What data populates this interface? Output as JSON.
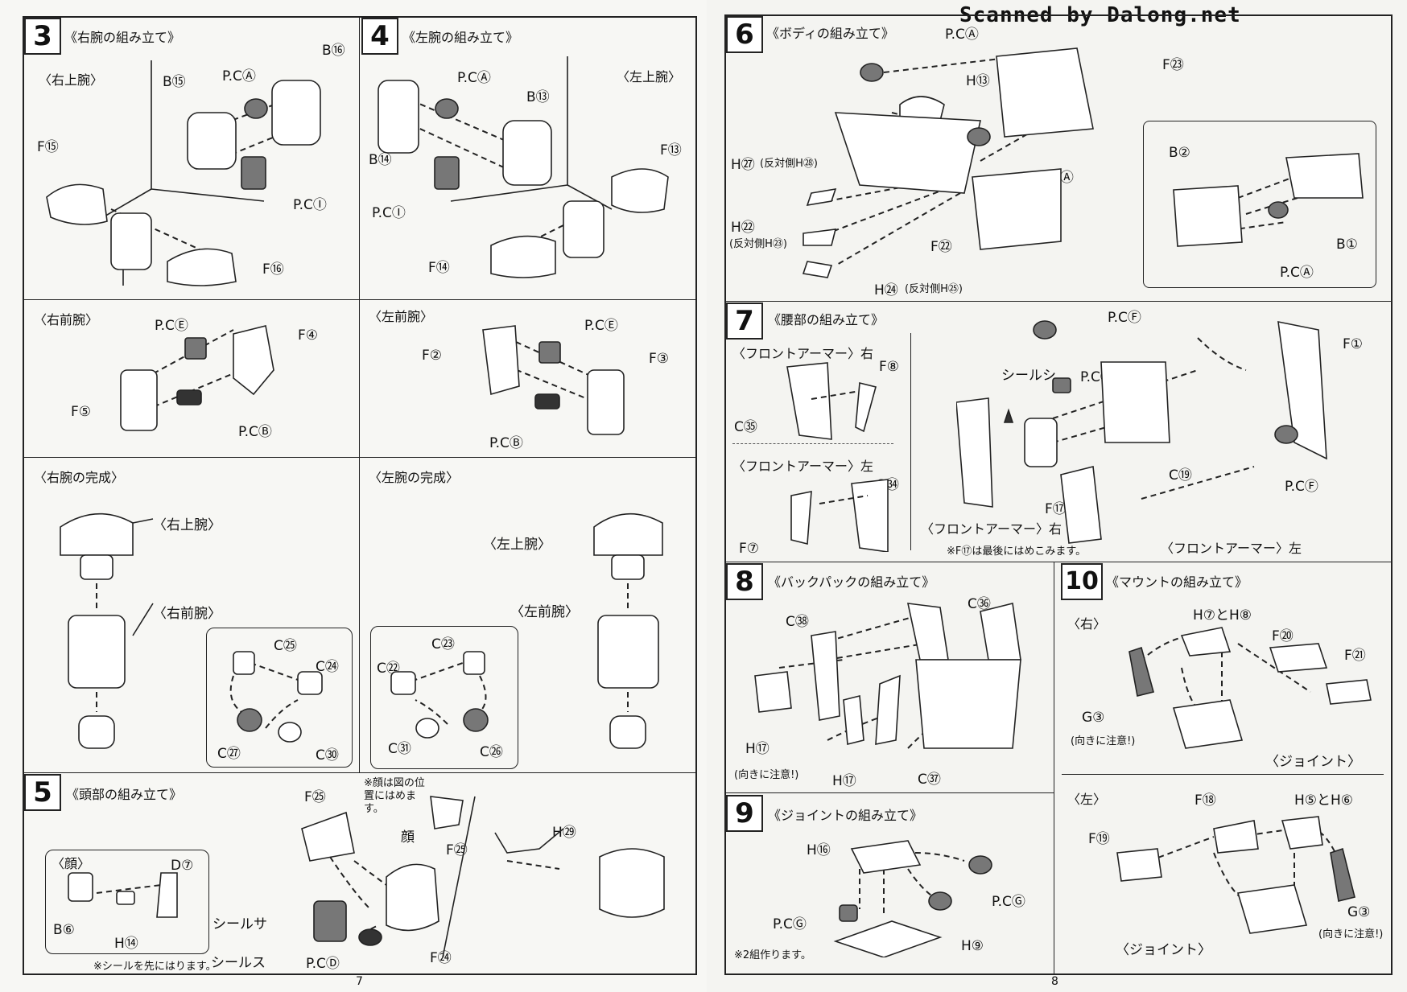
{
  "watermark": "Scanned by Dalong.net",
  "left_page": {
    "page_number": "7",
    "step3": {
      "number": "3",
      "title": "《右腕の組み立て》",
      "upper_arm_title": "〈右上腕〉",
      "forearm_title": "〈右前腕〉",
      "complete_title": "〈右腕の完成〉",
      "upper_arm_labels": [
        "B⑮",
        "P.CⒶ",
        "B⑯",
        "F⑮",
        "P.CⒾ",
        "F⑯"
      ],
      "forearm_labels": [
        "P.CⒺ",
        "F④",
        "F⑤",
        "P.CⒷ"
      ],
      "complete_labels": [
        "〈右上腕〉",
        "〈右前腕〉"
      ],
      "hand_labels": [
        "C㉕",
        "C㉔",
        "C㉗",
        "C㉚"
      ]
    },
    "step4": {
      "number": "4",
      "title": "《左腕の組み立て》",
      "upper_arm_title": "〈左上腕〉",
      "forearm_title": "〈左前腕〉",
      "complete_title": "〈左腕の完成〉",
      "upper_arm_labels": [
        "P.CⒶ",
        "B⑬",
        "B⑭",
        "F⑬",
        "P.CⒾ",
        "F⑭"
      ],
      "forearm_labels": [
        "P.CⒺ",
        "F②",
        "F③",
        "P.CⒷ"
      ],
      "complete_labels": [
        "〈左上腕〉",
        "〈左前腕〉"
      ],
      "hand_labels": [
        "C㉓",
        "C㉒",
        "C㉛",
        "C㉖"
      ]
    },
    "step5": {
      "number": "5",
      "title": "《頭部の組み立て》",
      "face_title": "〈顔〉",
      "face_labels": [
        "D⑦",
        "B⑥",
        "H⑭"
      ],
      "note_face": "※顔は図の位置にはめます。",
      "face_word": "顔",
      "labels": [
        "F㉕",
        "F㉕",
        "H㉙",
        "シールサ",
        "シールス",
        "P.CⒹ",
        "F㉔"
      ],
      "note_seal": "※シールを先にはります。"
    }
  },
  "right_page": {
    "page_number": "8",
    "step6": {
      "number": "6",
      "title": "《ボディの組み立て》",
      "labels": [
        "P.CⒶ",
        "H⑬",
        "F㉓",
        "H㉗",
        "(反対側H㉘)",
        "P.CⒶ",
        "H㉒",
        "(反対側H㉓)",
        "F㉒",
        "H㉔",
        "(反対側H㉕)"
      ],
      "inset_labels": [
        "B②",
        "B①",
        "P.CⒶ"
      ]
    },
    "step7": {
      "number": "7",
      "title": "《腰部の組み立て》",
      "front_right": "〈フロントアーマー〉右",
      "front_left": "〈フロントアーマー〉左",
      "labels_fr": [
        "F⑧",
        "C㉟"
      ],
      "labels_fl": [
        "C㉞",
        "F⑦"
      ],
      "labels_main": [
        "P.CⒻ",
        "F①",
        "シールシ",
        "P.CⒿ",
        "C⑲",
        "F⑰",
        "P.CⒻ"
      ],
      "bottom_right": "〈フロントアーマー〉右",
      "bottom_left": "〈フロントアーマー〉左",
      "note": "※F⑰は最後にはめこみます。"
    },
    "step8": {
      "number": "8",
      "title": "《バックパックの組み立て》",
      "labels": [
        "C㊱",
        "C㊳",
        "H⑰",
        "(向きに注意!)",
        "H⑰",
        "C㊲"
      ]
    },
    "step9": {
      "number": "9",
      "title": "《ジョイントの組み立て》",
      "labels": [
        "H⑯",
        "P.CⒼ",
        "P.CⒼ",
        "H⑨"
      ],
      "note": "※2組作ります。"
    },
    "step10": {
      "number": "10",
      "title": "《マウントの組み立て》",
      "right_title": "〈右〉",
      "left_title": "〈左〉",
      "right_labels": [
        "H⑦とH⑧",
        "F⑳",
        "F㉑",
        "G③",
        "(向きに注意!)",
        "〈ジョイント〉"
      ],
      "left_labels": [
        "F⑱",
        "H⑤とH⑥",
        "F⑲",
        "G③",
        "(向きに注意!)",
        "〈ジョイント〉"
      ]
    }
  }
}
